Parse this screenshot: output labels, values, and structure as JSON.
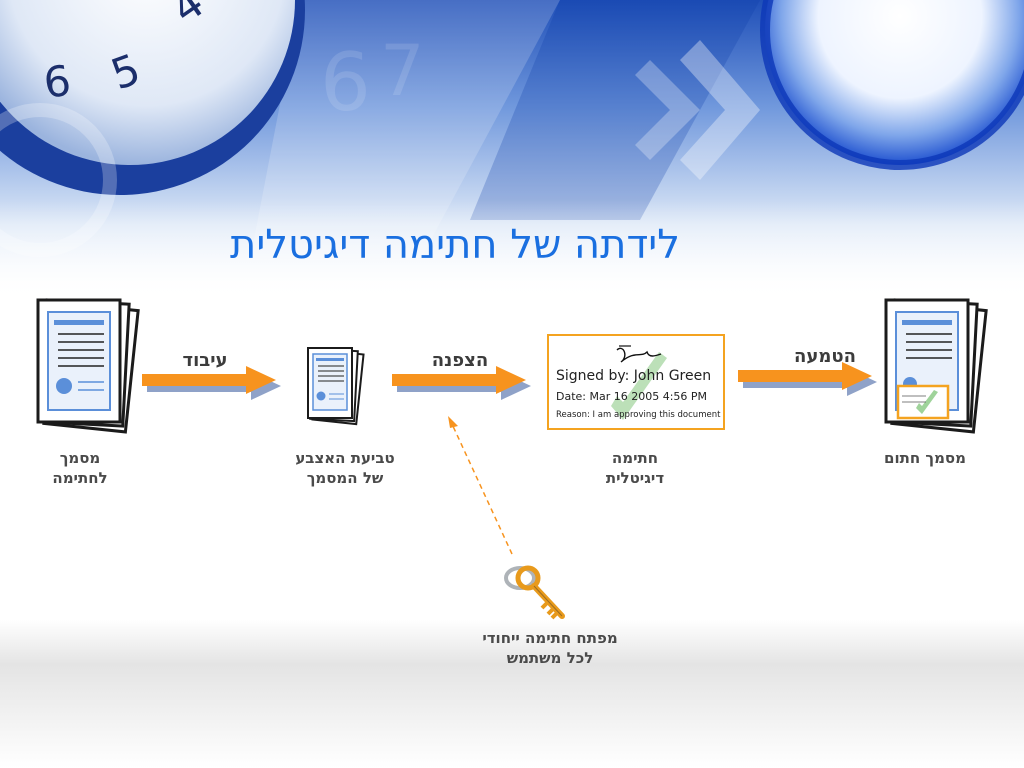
{
  "title": "לידתה של חתימה דיגיטלית",
  "nodes": {
    "document_to_sign": [
      "מסמך",
      "לחתימה"
    ],
    "fingerprint": [
      "טביעת האצבע",
      "של המסמך"
    ],
    "digital_signature": [
      "חתימה",
      "דיגיטלית"
    ],
    "signed_document": "מסמך חתום",
    "private_key": [
      "מפתח חתימה ייחודי",
      "לכל משתמש"
    ]
  },
  "arrows": {
    "processing": "עיבוד",
    "encryption": "הצפנה",
    "embedding": "הטמעה"
  },
  "signature": {
    "signed_by": "Signed by: John Green",
    "date": "Date: Mar 16 2005 4:56 PM",
    "reason": "Reason: I am approving this document"
  },
  "colors": {
    "title": "#1a6fe0",
    "arrow": "#f7931e",
    "arrow_shadow": "#8fa2c8",
    "signature_border": "#f4a320",
    "key": "#e89a1c",
    "document_accent": "#5b8fd9"
  },
  "icons": [
    "document-stack-icon",
    "arrow-icon",
    "signature-check-icon",
    "key-icon"
  ]
}
